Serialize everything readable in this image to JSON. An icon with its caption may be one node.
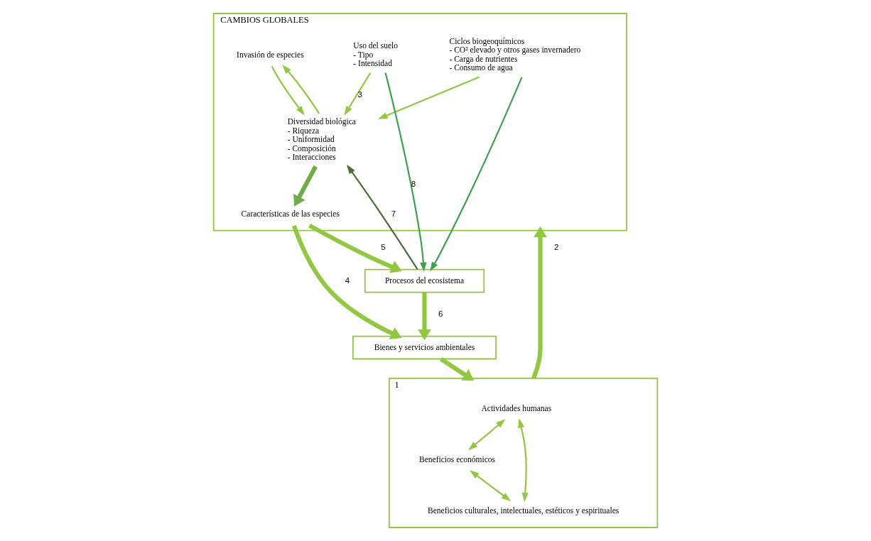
{
  "diagram": {
    "nodes": [
      {
        "text": [
          "CAMBIOS GLOBALES"
        ]
      },
      {
        "text": [
          "Ciclos biogeoquímicos",
          "- CO² elevado y otros gases invernadero",
          "- Carga de nutrientes",
          "- Consumo de agua"
        ],
        "in": 0
      },
      {
        "text": [
          "Uso del suelo",
          "- Tipo",
          "- Intensidad"
        ],
        "in": 0
      },
      {
        "text": [
          "Invasión de especies"
        ],
        "in": 0
      },
      {
        "text": [
          "Diversidad biológica",
          "- Riqueza",
          "- Uniformidad",
          "- Composición",
          "- Interacciones"
        ],
        "in": 0
      },
      {
        "text": [
          "Características de las especies"
        ],
        "in": 0
      },
      {
        "text": [
          "1"
        ]
      },
      {
        "text": [
          "Actividades humanas"
        ],
        "in": 6
      },
      {
        "text": [
          "Beneficios económicos"
        ],
        "in": 6
      },
      {
        "text": [
          "Beneficios culturales, intelectuales, estéticos y espirituales"
        ],
        "in": 6
      },
      {
        "text": [
          "Bienes y servicios ambientales"
        ]
      },
      {
        "text": [
          "Procesos del ecosistema"
        ]
      }
    ],
    "edges": [
      {
        "from": 6,
        "to": 0,
        "arrow": "to",
        "label": "2",
        "style": "thick"
      },
      {
        "from": 7,
        "to": 8,
        "arrow": "both"
      },
      {
        "from": 7,
        "to": 9,
        "arrow": "both"
      },
      {
        "from": 8,
        "to": 9,
        "arrow": "both"
      },
      {
        "from": 1,
        "to": 4,
        "arrow": "to"
      },
      {
        "from": 2,
        "to": 4,
        "arrow": "to",
        "label": "3"
      },
      {
        "from": 3,
        "to": 4,
        "arrow": "to"
      },
      {
        "from": 4,
        "to": 3,
        "arrow": "to"
      },
      {
        "from": 4,
        "to": 5,
        "arrow": "to",
        "style": "thick",
        "color": "#70ad47"
      },
      {
        "from": 5,
        "to": 10,
        "arrow": "to",
        "label": "4",
        "style": "thick"
      },
      {
        "from": 5,
        "to": 11,
        "arrow": "to",
        "label": "5",
        "style": "thick"
      },
      {
        "from": 11,
        "to": 10,
        "arrow": "to",
        "label": "6",
        "style": "thick"
      },
      {
        "from": 10,
        "to": 6,
        "arrow": "to",
        "style": "thick"
      },
      {
        "from": 11,
        "to": 4,
        "arrow": "to",
        "label": "7",
        "color": "#4f6b35"
      },
      {
        "from": 1,
        "to": 11,
        "arrow": "to",
        "color": "#3ea150"
      },
      {
        "from": 2,
        "to": 11,
        "arrow": "to",
        "label": "8",
        "color": "#3ea150"
      }
    ]
  }
}
